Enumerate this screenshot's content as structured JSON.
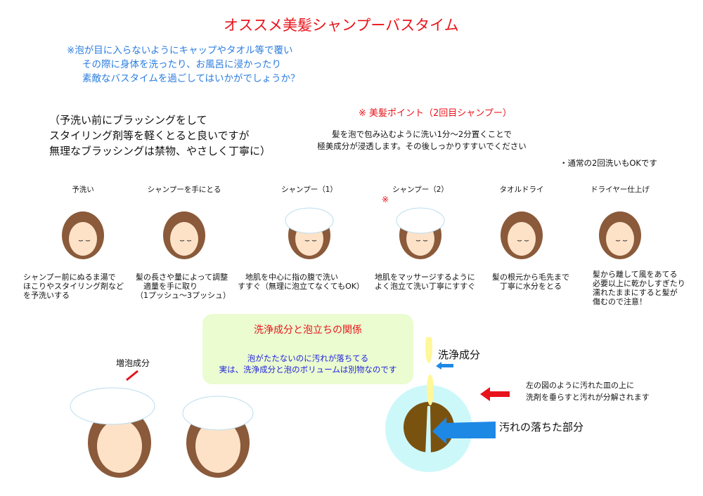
{
  "title": "オススメ美髪シャンプーバスタイム",
  "intro": [
    "※泡が目に入らないようにキャップやタオル等で覆い",
    "その際に身体を洗ったり、お風呂に浸かったり",
    "素敵なバスタイムを過ごしてはいかがでしょうか？"
  ],
  "prebrush": [
    "（予洗い前にブラッシングをして",
    "スタイリング剤等を軽くとると良いですが",
    "無理なブラッシングは禁物、やさしく丁寧に）"
  ],
  "point": {
    "title": "※ 美髪ポイント（2回目シャンプー）",
    "body": [
      "髪を泡で包み込むように洗い1分～2分置くことで",
      "極美成分が浸透します。その後しっかりすすいでください"
    ],
    "normal": "・通常の2回洗いもOKです"
  },
  "steps": [
    {
      "label": "予洗い",
      "desc": [
        "シャンプー前にぬるま湯で",
        "ほこりやスタイリング剤など",
        "を予洗いする"
      ]
    },
    {
      "label": "シャンプーを手にとる",
      "desc": [
        "髪の長さや量によって調整",
        "　適量を手に取り",
        "（1プッシュ～3プッシュ）"
      ]
    },
    {
      "label": "シャンプー（1）",
      "desc": [
        "　地肌を中心に指の腹で洗い",
        "すすぐ（無理に泡立てなくてもOK）"
      ]
    },
    {
      "label": "シャンプー（2）",
      "mark": "※",
      "desc": [
        "地肌をマッサージするように",
        "よく泡立て洗い丁寧にすすぐ"
      ]
    },
    {
      "label": "タオルドライ",
      "desc": [
        "髪の根元から毛先まで",
        "　丁寧に水分をとる"
      ]
    },
    {
      "label": "ドライヤー仕上げ",
      "desc": [
        "髪から離して風をあてる",
        "必要以上に乾かしすぎたり",
        "濡れたままにすると髪が",
        "傷むので注意！"
      ]
    }
  ],
  "relation": {
    "title": "洗浄成分と泡立ちの関係",
    "body": [
      "泡がたたないのに汚れが落ちてる",
      "実は、洗浄成分と泡のボリュームは別物なのです"
    ]
  },
  "foam_label": "増泡成分",
  "diagram": {
    "agent": "洗浄成分",
    "removed": "汚れの落ちた部分",
    "note": [
      "左の図のように汚れた皿の上に",
      "洗剤を垂らすと汚れが分解されます"
    ]
  }
}
